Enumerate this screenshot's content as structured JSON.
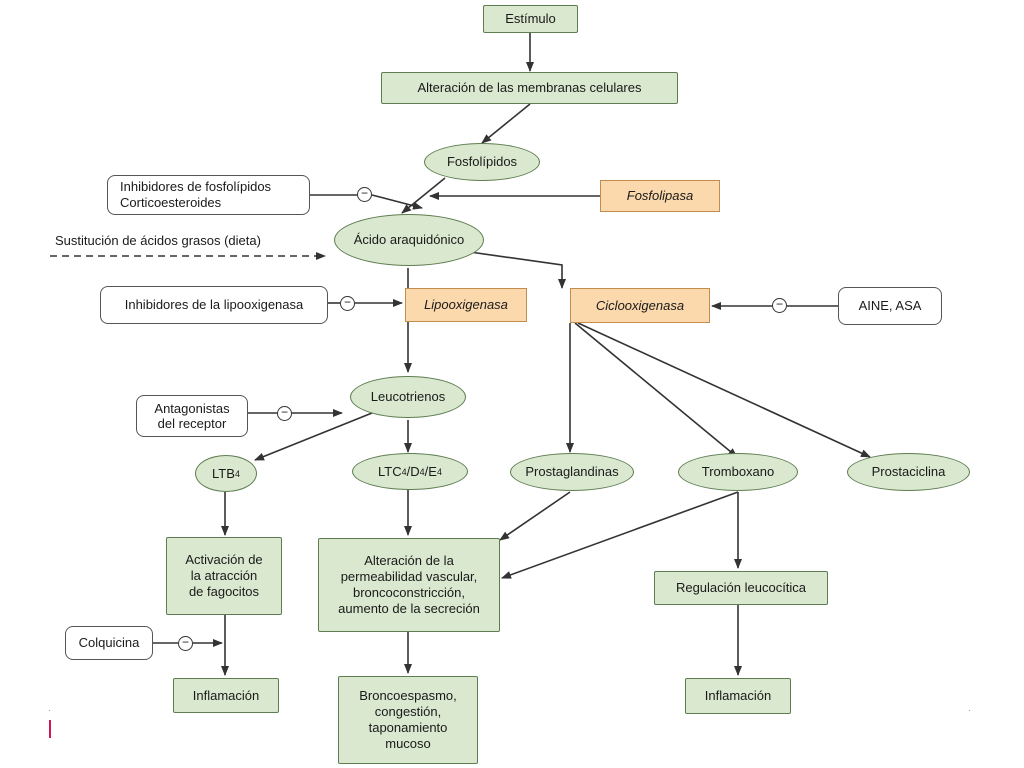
{
  "nodes": {
    "estimulo": "Estímulo",
    "alteracion_membranas": "Alteración de las membranas celulares",
    "fosfolipidos": "Fosfolípidos",
    "fosfolipasa": "Fosfolipasa",
    "inhibidores_fosfolipidos": "Inhibidores de fosfolípidos\nCorticoesteroides",
    "sustitucion": "Sustitución de ácidos grasos (dieta)",
    "acido_araquidonico": "Ácido araquidónico",
    "inhibidores_lipooxigenasa": "Inhibidores de la lipooxigenasa",
    "lipooxigenasa": "Lipooxigenasa",
    "ciclooxigenasa": "Ciclooxigenasa",
    "aine_asa": "AINE, ASA",
    "leucotrienos": "Leucotrienos",
    "antagonistas": "Antagonistas\ndel receptor",
    "ltb4": "LTB",
    "ltb4_sub": "4",
    "ltc_1": "LTC",
    "ltc_s1": "4",
    "ltc_2": "/D",
    "ltc_s2": "4",
    "ltc_3": "/E",
    "ltc_s3": "4",
    "prostaglandinas": "Prostaglandinas",
    "tromboxano": "Tromboxano",
    "prostaciclina": "Prostaciclina",
    "activacion": "Activación de\nla atracción\nde fagocitos",
    "alteracion_permeabilidad": "Alteración de la\npermeabilidad vascular,\nbroncoconstricción,\naumento de la secreción",
    "regulacion": "Regulación leucocítica",
    "colquicina": "Colquicina",
    "inflamacion_left": "Inflamación",
    "broncoespasmo": "Broncoespasmo,\ncongestión,\ntaponamiento\nmucoso",
    "inflamacion_right": "Inflamación",
    "inhibition_symbol": "−"
  },
  "colors": {
    "pathway_step": "#d9e8cf",
    "enzyme": "#fbd9ac",
    "inhibitor": "#ffffff",
    "arrow": "#333333",
    "accent": "#d4145a"
  }
}
